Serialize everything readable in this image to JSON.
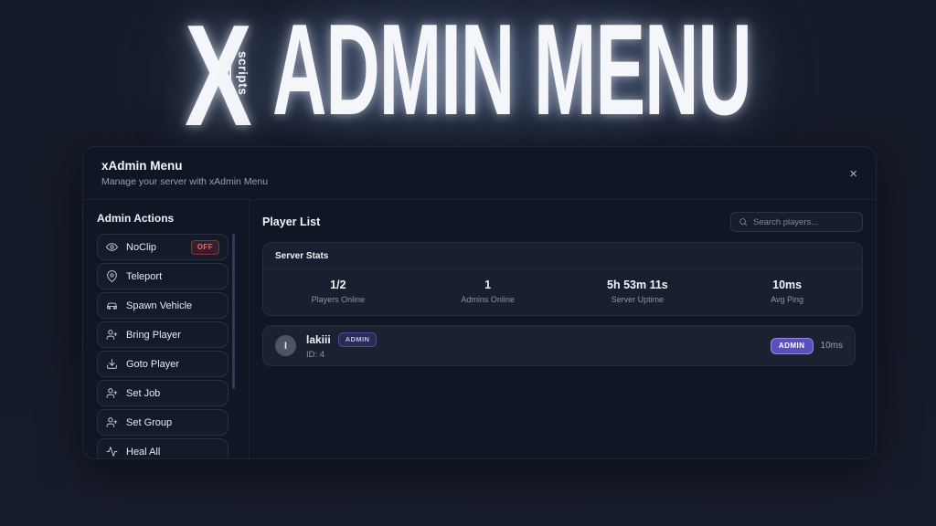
{
  "hero": {
    "x": "X",
    "sub": "scripts",
    "title": "ADMIN MENU"
  },
  "panel": {
    "title": "xAdmin Menu",
    "subtitle": "Manage your server with xAdmin Menu",
    "close_icon": "×"
  },
  "sidebar": {
    "heading": "Admin Actions",
    "items": [
      {
        "label": "NoClip",
        "icon": "eye-icon",
        "badge": "OFF",
        "badge_color": "#ef6a6a"
      },
      {
        "label": "Teleport",
        "icon": "map-pin-icon"
      },
      {
        "label": "Spawn Vehicle",
        "icon": "car-icon"
      },
      {
        "label": "Bring Player",
        "icon": "user-plus-icon"
      },
      {
        "label": "Goto Player",
        "icon": "download-icon"
      },
      {
        "label": "Set Job",
        "icon": "user-plus-icon"
      },
      {
        "label": "Set Group",
        "icon": "user-plus-icon"
      },
      {
        "label": "Heal All",
        "icon": "activity-icon"
      }
    ]
  },
  "main": {
    "title": "Player List",
    "search": {
      "placeholder": "Search players...",
      "icon": "search-icon"
    },
    "server_stats": {
      "heading": "Server Stats",
      "stats": [
        {
          "value": "1/2",
          "label": "Players Online"
        },
        {
          "value": "1",
          "label": "Admins Online"
        },
        {
          "value": "5h 53m 11s",
          "label": "Server Uptime"
        },
        {
          "value": "10ms",
          "label": "Avg Ping"
        }
      ]
    },
    "players": [
      {
        "avatar_letter": "l",
        "name": "lakiii",
        "role_badge": "ADMIN",
        "id": "ID: 4",
        "right_badge": "ADMIN",
        "ping": "10ms"
      }
    ]
  },
  "colors": {
    "accent_purple": "#5b4fc0",
    "badge_purple_text": "#c3b6f6",
    "badge_red_text": "#ef6a6a",
    "panel_bg": "#101724",
    "card_bg": "#18202f"
  }
}
